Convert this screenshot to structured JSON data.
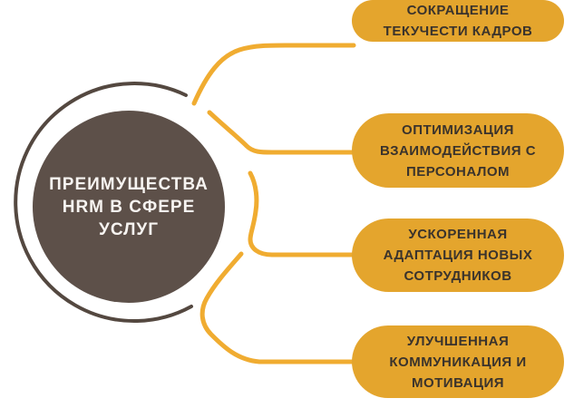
{
  "diagram": {
    "central": {
      "label": "ПРЕИМУЩЕСТВА HRM В СФЕРЕ УСЛУГ"
    },
    "benefits": [
      {
        "label": "ОПТИМИЗАЦИЯ ВЗАИМОДЕЙСТВИЯ С ПЕРСОНАЛОМ"
      },
      {
        "label": "УСКОРЕННАЯ АДАПТАЦИЯ НОВЫХ СОТРУДНИКОВ"
      },
      {
        "label": "УЛУЧШЕННАЯ КОММУНИКАЦИЯ И МОТИВАЦИЯ"
      },
      {
        "label": "СОКРАЩЕНИЕ ТЕКУЧЕСТИ КАДРОВ"
      }
    ]
  },
  "colors": {
    "background": "#FFFFFF",
    "circle_fill": "#5D5049",
    "ring": "#544840",
    "pill_fill": "#E4A52D",
    "connector": "#F0AC31",
    "circle_text": "#F7F4F1",
    "pill_text": "#3A332C"
  }
}
